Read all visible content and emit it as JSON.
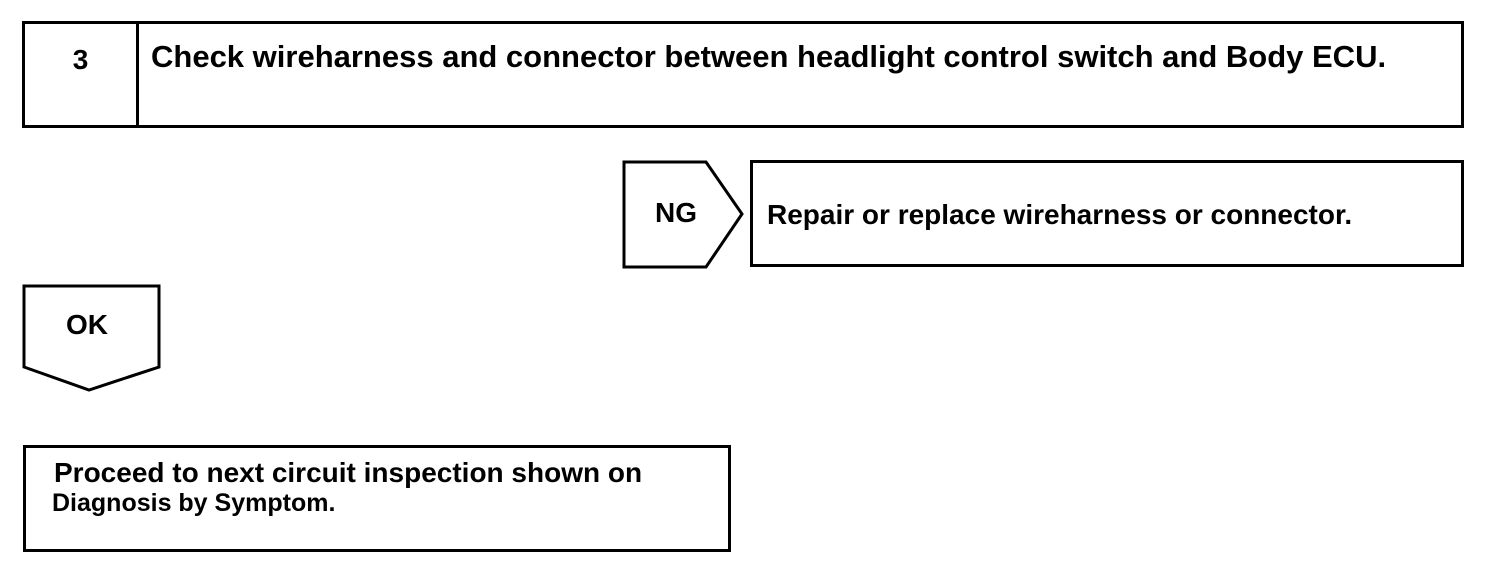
{
  "step": {
    "number": "3",
    "title": "Check wireharness and connector between headlight control switch and Body ECU."
  },
  "branches": {
    "ng": {
      "label": "NG",
      "action": "Repair or replace wireharness or connector."
    },
    "ok": {
      "label": "OK"
    }
  },
  "result": {
    "line1": "Proceed to next circuit inspection shown on",
    "line2": "Diagnosis by Symptom."
  },
  "colors": {
    "line": "#000000",
    "background": "#ffffff"
  }
}
